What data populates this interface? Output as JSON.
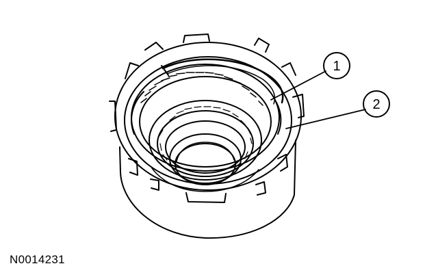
{
  "figure": {
    "id": "N0014231"
  },
  "callouts": [
    {
      "number": "1",
      "target": "inner-snap-ring"
    },
    {
      "number": "2",
      "target": "outer-snap-ring"
    }
  ],
  "colors": {
    "line": "#000000",
    "background": "#ffffff"
  }
}
